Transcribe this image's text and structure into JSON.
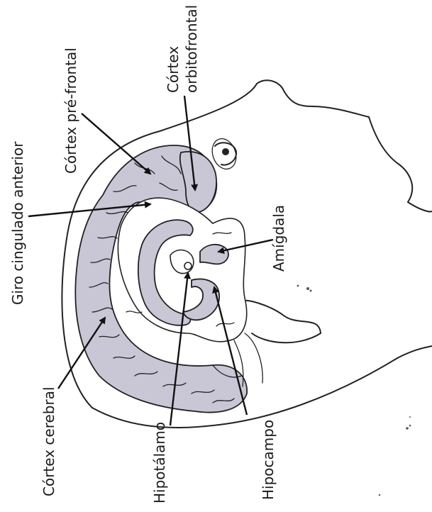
{
  "labels": {
    "giro_cingulado": "Giro cingulado anterior",
    "cortex_pre_frontal": "Córtex pré-frontal",
    "cortex_orbitofrontal_1": "Córtex",
    "cortex_orbitofrontal_2": "orbitofrontal",
    "amigdala": "Amígdala",
    "cortex_cerebral": "Córtex cerebral",
    "hipotalamo": "Hipotálamo",
    "hipocampo": "Hipocampo"
  }
}
